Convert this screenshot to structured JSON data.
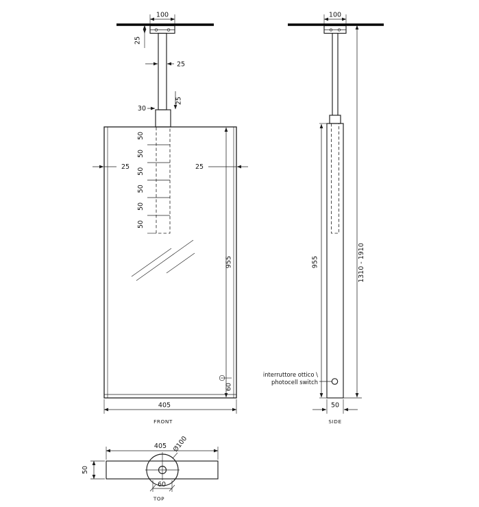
{
  "colors": {
    "line": "#1c1c1c",
    "background": "#ffffff"
  },
  "drawing": {
    "front": {
      "label": "FRONT",
      "dim_plate_width": "100",
      "dim_ceiling_drop": "25",
      "dim_rod_width": "25",
      "dim_connector_width": "30",
      "dim_connector_height": "25",
      "dim_slot_steps": [
        "50",
        "50",
        "50",
        "50",
        "50",
        "50"
      ],
      "dim_edge_left": "25",
      "dim_edge_right": "25",
      "dim_mirror_height": "955",
      "dim_sensor_bottom": "60",
      "dim_mirror_width": "405"
    },
    "side": {
      "label": "SIDE",
      "dim_plate_width": "100",
      "dim_mirror_height": "955",
      "dim_overall_range": "1310 - 1910",
      "dim_depth": "50",
      "callout_line1": "interruttore ottico \\",
      "callout_line2": "photocell switch"
    },
    "top": {
      "label": "TOP",
      "dim_width": "405",
      "dim_depth": "50",
      "dim_flange_diameter": "Ø100",
      "dim_center_offset": "60"
    }
  }
}
